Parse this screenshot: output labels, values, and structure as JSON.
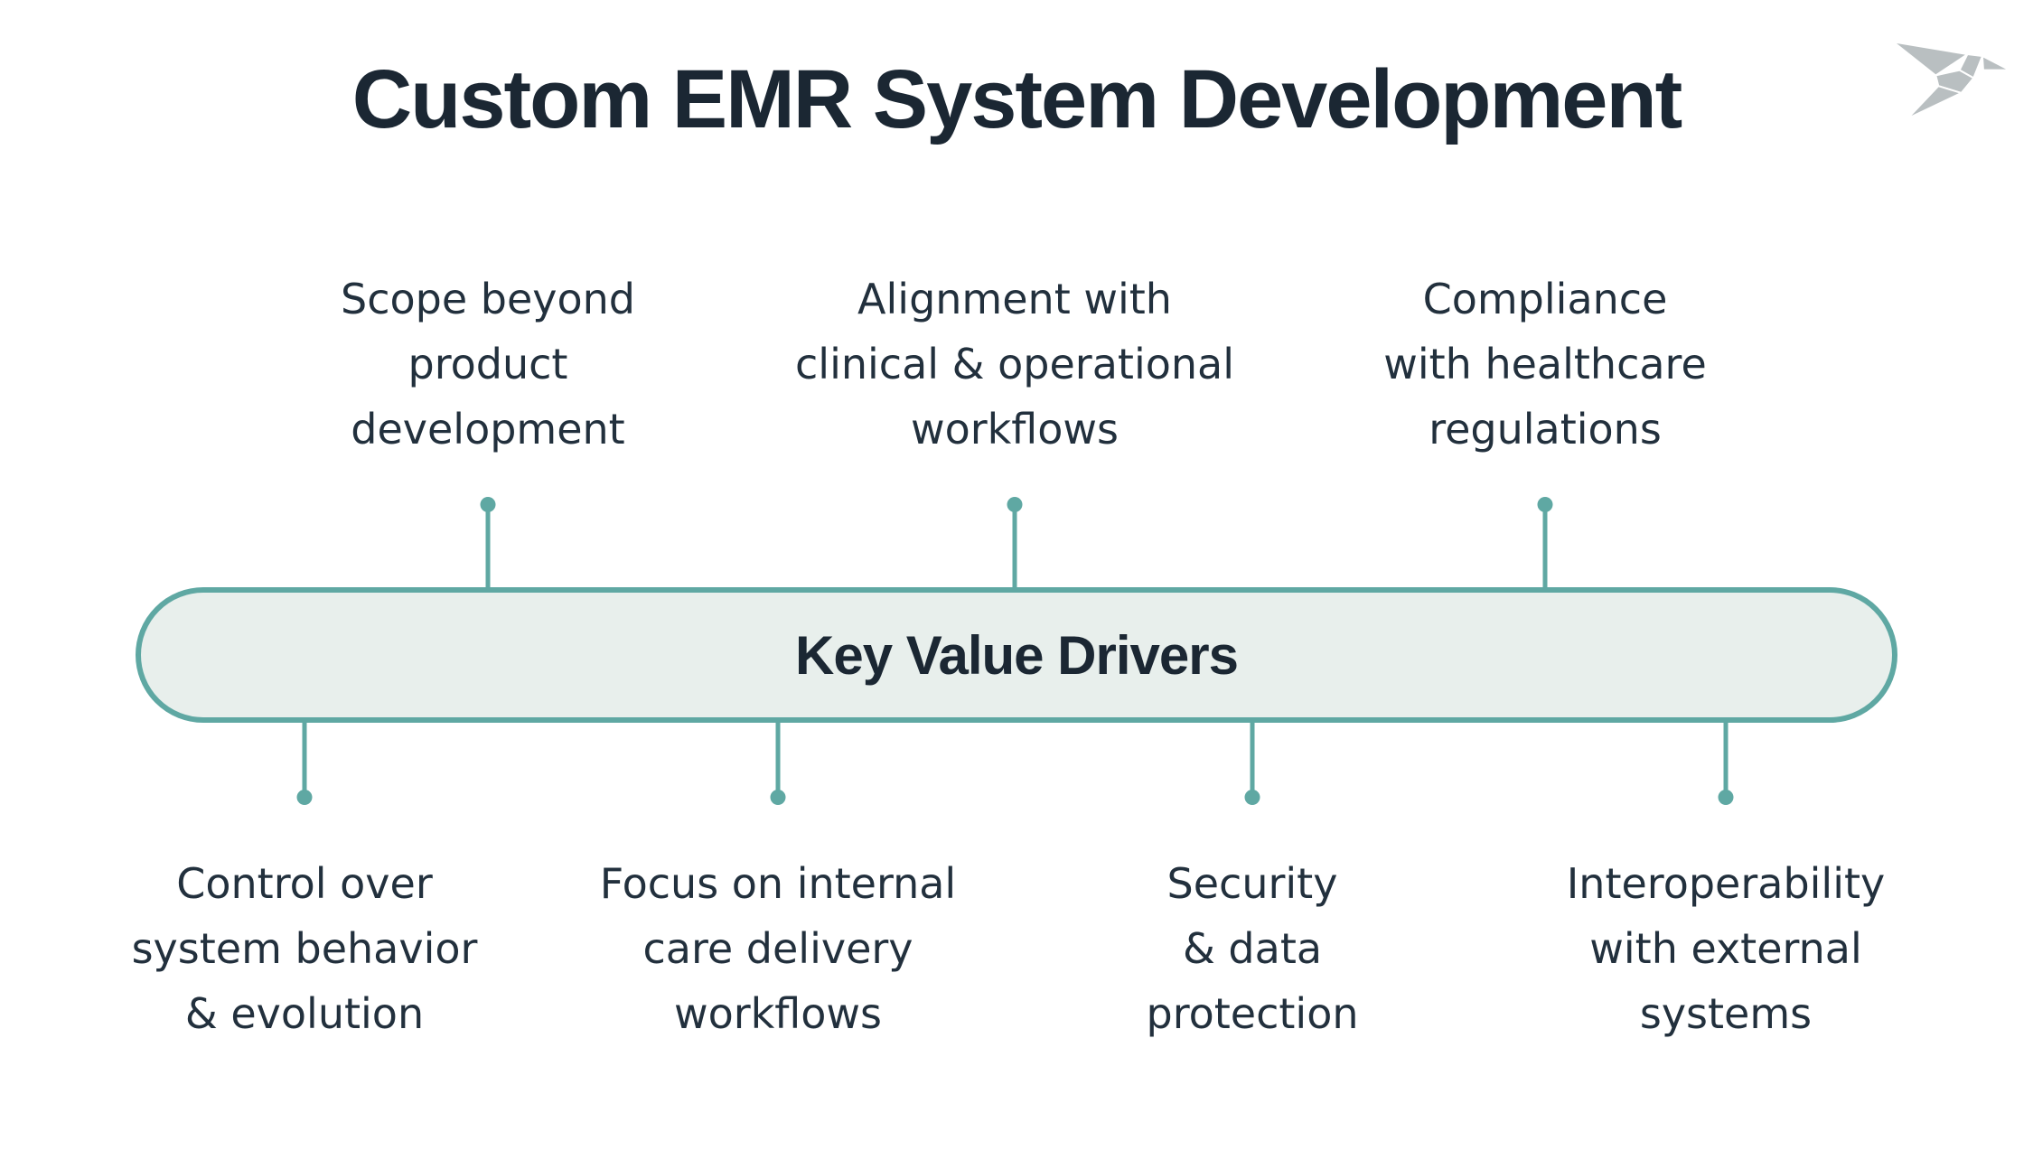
{
  "colors": {
    "accent_teal": "#5FA8A3",
    "pill_fill": "#E8EFEC",
    "title_text": "#1B2733",
    "label_text": "#22303D",
    "logo_gray": "#B9BFC1"
  },
  "header": {
    "title": "Custom EMR System Development",
    "logo_icon": "origami-bird-icon"
  },
  "center_pill": {
    "label": "Key Value Drivers"
  },
  "top_items": [
    {
      "text": "Scope beyond\nproduct\ndevelopment"
    },
    {
      "text": "Alignment with\nclinical & operational\nworkflows"
    },
    {
      "text": "Compliance\nwith healthcare\nregulations"
    }
  ],
  "bottom_items": [
    {
      "text": "Control over\nsystem behavior\n& evolution"
    },
    {
      "text": "Focus on internal\ncare delivery\nworkflows"
    },
    {
      "text": "Security\n& data\nprotection"
    },
    {
      "text": "Interoperability\nwith external\nsystems"
    }
  ]
}
